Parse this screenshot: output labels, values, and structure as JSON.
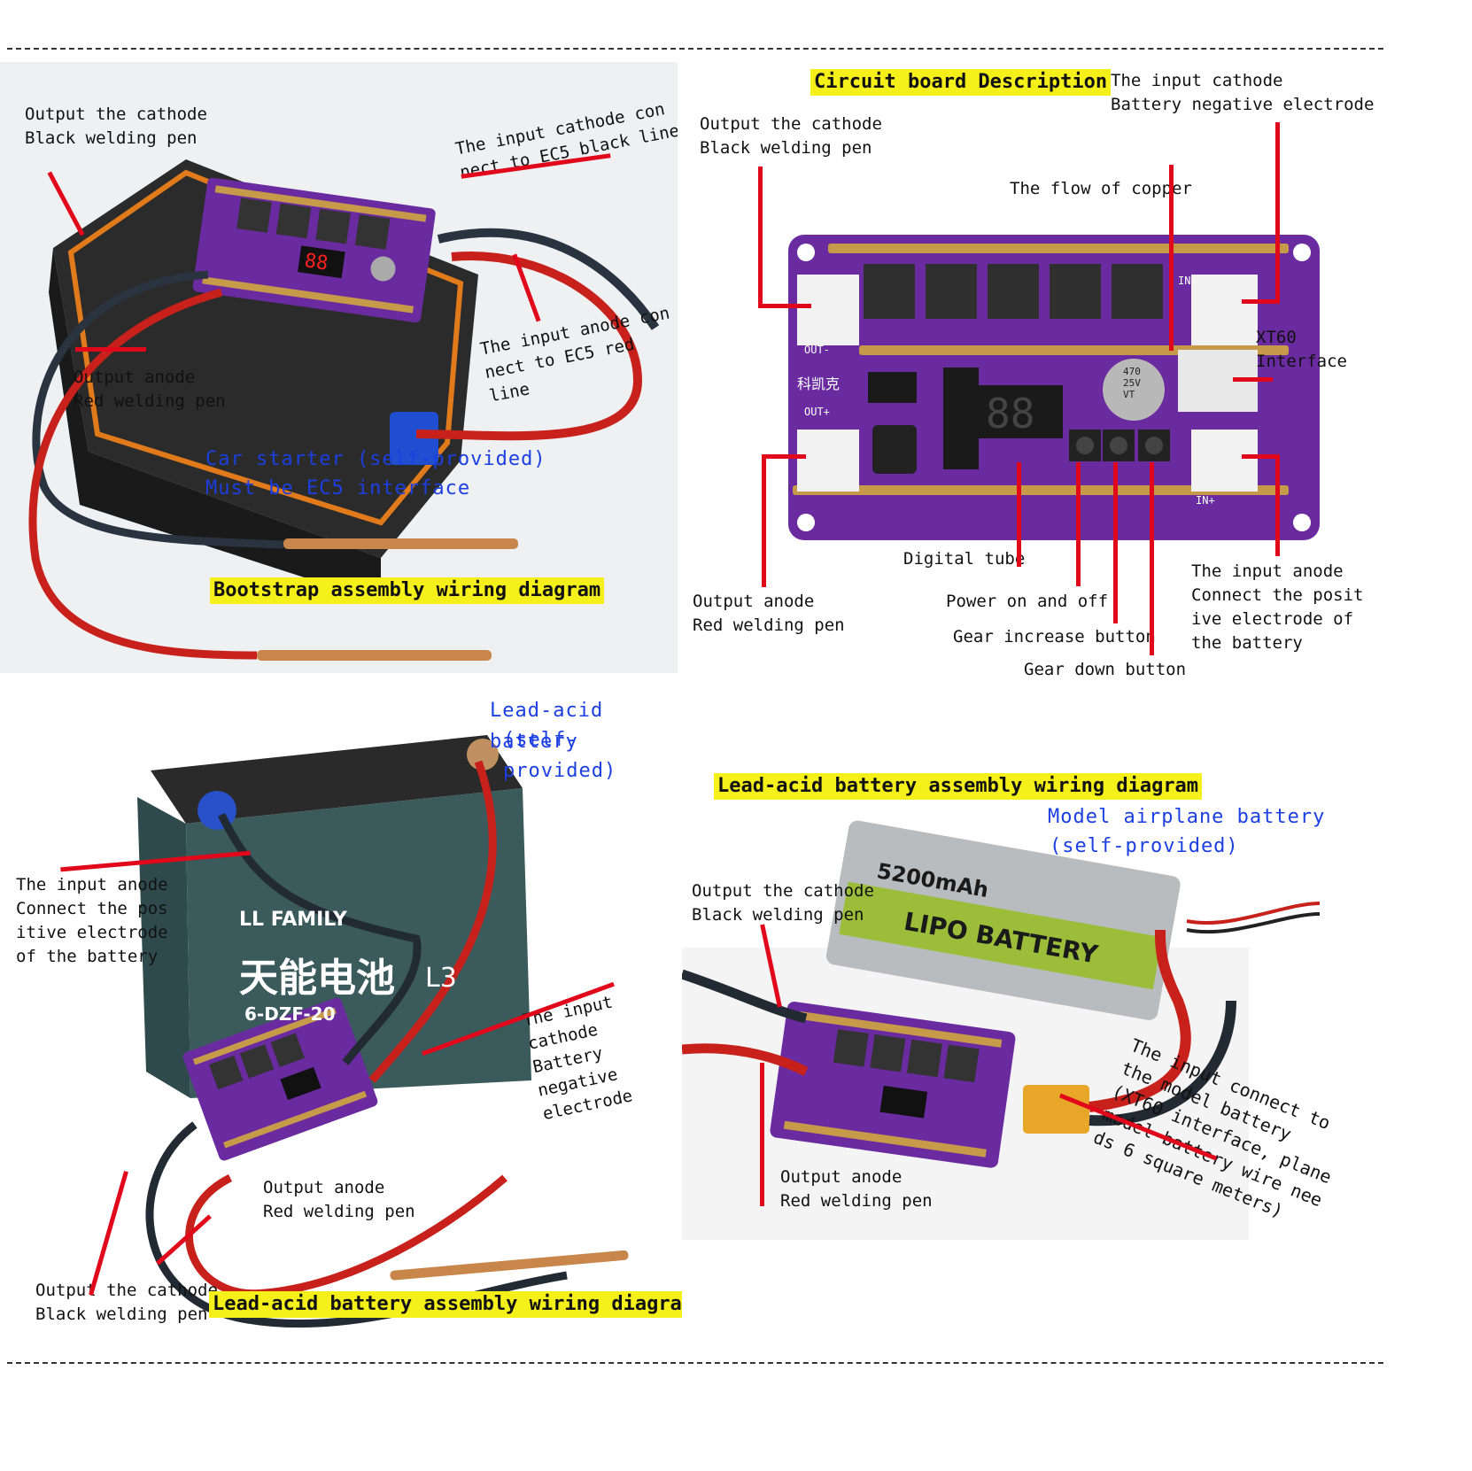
{
  "panels": {
    "bootstrap": {
      "title": "Bootstrap assembly wiring diagram",
      "labels": {
        "out_cathode": "Output the cathode\nBlack welding pen",
        "in_cathode": "The input cathode con\nnect to EC5 black line",
        "in_anode": "The input anode con\nnect to EC5 red line",
        "out_anode": "Output anode\nRed welding pen",
        "starter_1": "Car starter (self-provided)",
        "starter_2": "Must be EC5 interface"
      },
      "display": "88"
    },
    "circuit_board": {
      "title": "Circuit board Description",
      "labels": {
        "in_cathode": "The input cathode\nBattery negative electrode",
        "out_cathode": "Output the cathode\nBlack welding pen",
        "copper": "The flow of copper",
        "xt60": "XT60\nInterface",
        "digital_tube": "Digital tube",
        "out_anode": "Output anode\nRed welding pen",
        "power": "Power on and off",
        "gear_up": "Gear increase button",
        "gear_down": "Gear down button",
        "in_anode": "The input anode\nConnect the posit\nive electrode of\nthe battery"
      },
      "board_text": {
        "in_minus": "IN-",
        "out_minus": "OUT-",
        "out_plus": "OUT+",
        "in_plus": "IN+",
        "brand": "科凯克",
        "cap": "470\n25V\nVT",
        "display": "88"
      }
    },
    "lead_acid": {
      "title": "Lead-acid battery assembly wiring diagram",
      "labels": {
        "battery_1": "Lead-acid battery",
        "battery_2": "(self-provided)",
        "in_anode": "The input anode\nConnect the pos\nitive electrode\nof the battery",
        "in_cathode": "The input cathode\nBattery negative\nelectrode",
        "out_anode": "Output anode\nRed welding pen",
        "out_cathode": "Output the cathode\nBlack welding pen"
      },
      "battery_text": {
        "brand": "天能电池",
        "model": "6-DZF-20",
        "series": "L3",
        "family": "LL FAMILY"
      }
    },
    "model_airplane": {
      "title": "Lead-acid battery assembly wiring diagram",
      "labels": {
        "battery_1": "Model airplane battery",
        "battery_2": "(self-provided)",
        "out_cathode": "Output the cathode\nBlack welding pen",
        "out_anode": "Output anode\nRed welding pen",
        "in_connect": "The input connect to\nthe model battery\n(XT60 interface, plane\nmodel battery wire nee\nds 6 square meters)"
      },
      "battery_text": {
        "brand": "LIPO BATTERY",
        "capacity": "5200mAh"
      }
    }
  },
  "colors": {
    "pcb": "#6a2aa0",
    "callout": "#e0081a",
    "highlight": "#f5f01a",
    "blue_text": "#1b3fe0"
  }
}
